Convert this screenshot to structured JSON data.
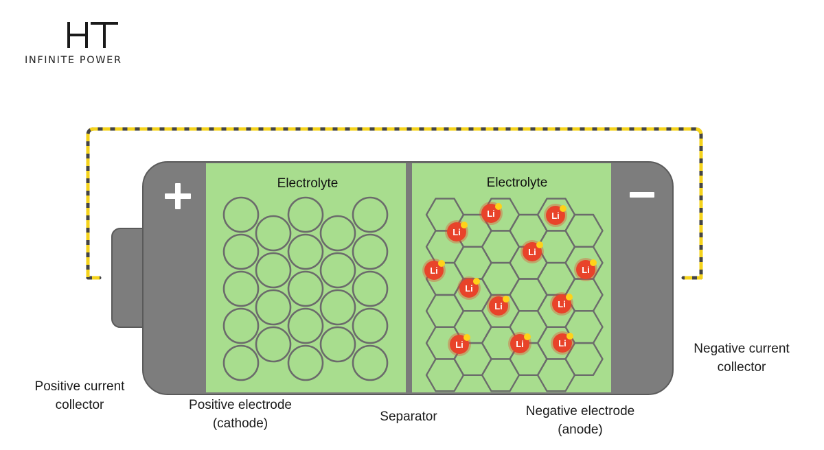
{
  "logo": {
    "mark": "HT",
    "tagline": "INFINITE POWER"
  },
  "diagram": {
    "electrolyte_left": "Electrolyte",
    "electrolyte_right": "Electrolyte",
    "positive_sign": "+",
    "negative_sign": "−",
    "ion_label": "Li",
    "ion_count": 12
  },
  "captions": {
    "positive_collector_line1": "Positive current",
    "positive_collector_line2": "collector",
    "cathode_line1": "Positive electrode",
    "cathode_line2": "(cathode)",
    "separator": "Separator",
    "anode_line1": "Negative electrode",
    "anode_line2": "(anode)",
    "negative_collector_line1": "Negative current",
    "negative_collector_line2": "collector"
  },
  "colors": {
    "casing": "#7d7d7d",
    "casing_border": "#5a5a5a",
    "electrolyte": "#a8dd8e",
    "lattice": "#6b6b6b",
    "wire_dash": "#f5d31c",
    "wire_base": "#444444",
    "ion": "#e8432a",
    "ion_spark": "#ffd21a"
  }
}
